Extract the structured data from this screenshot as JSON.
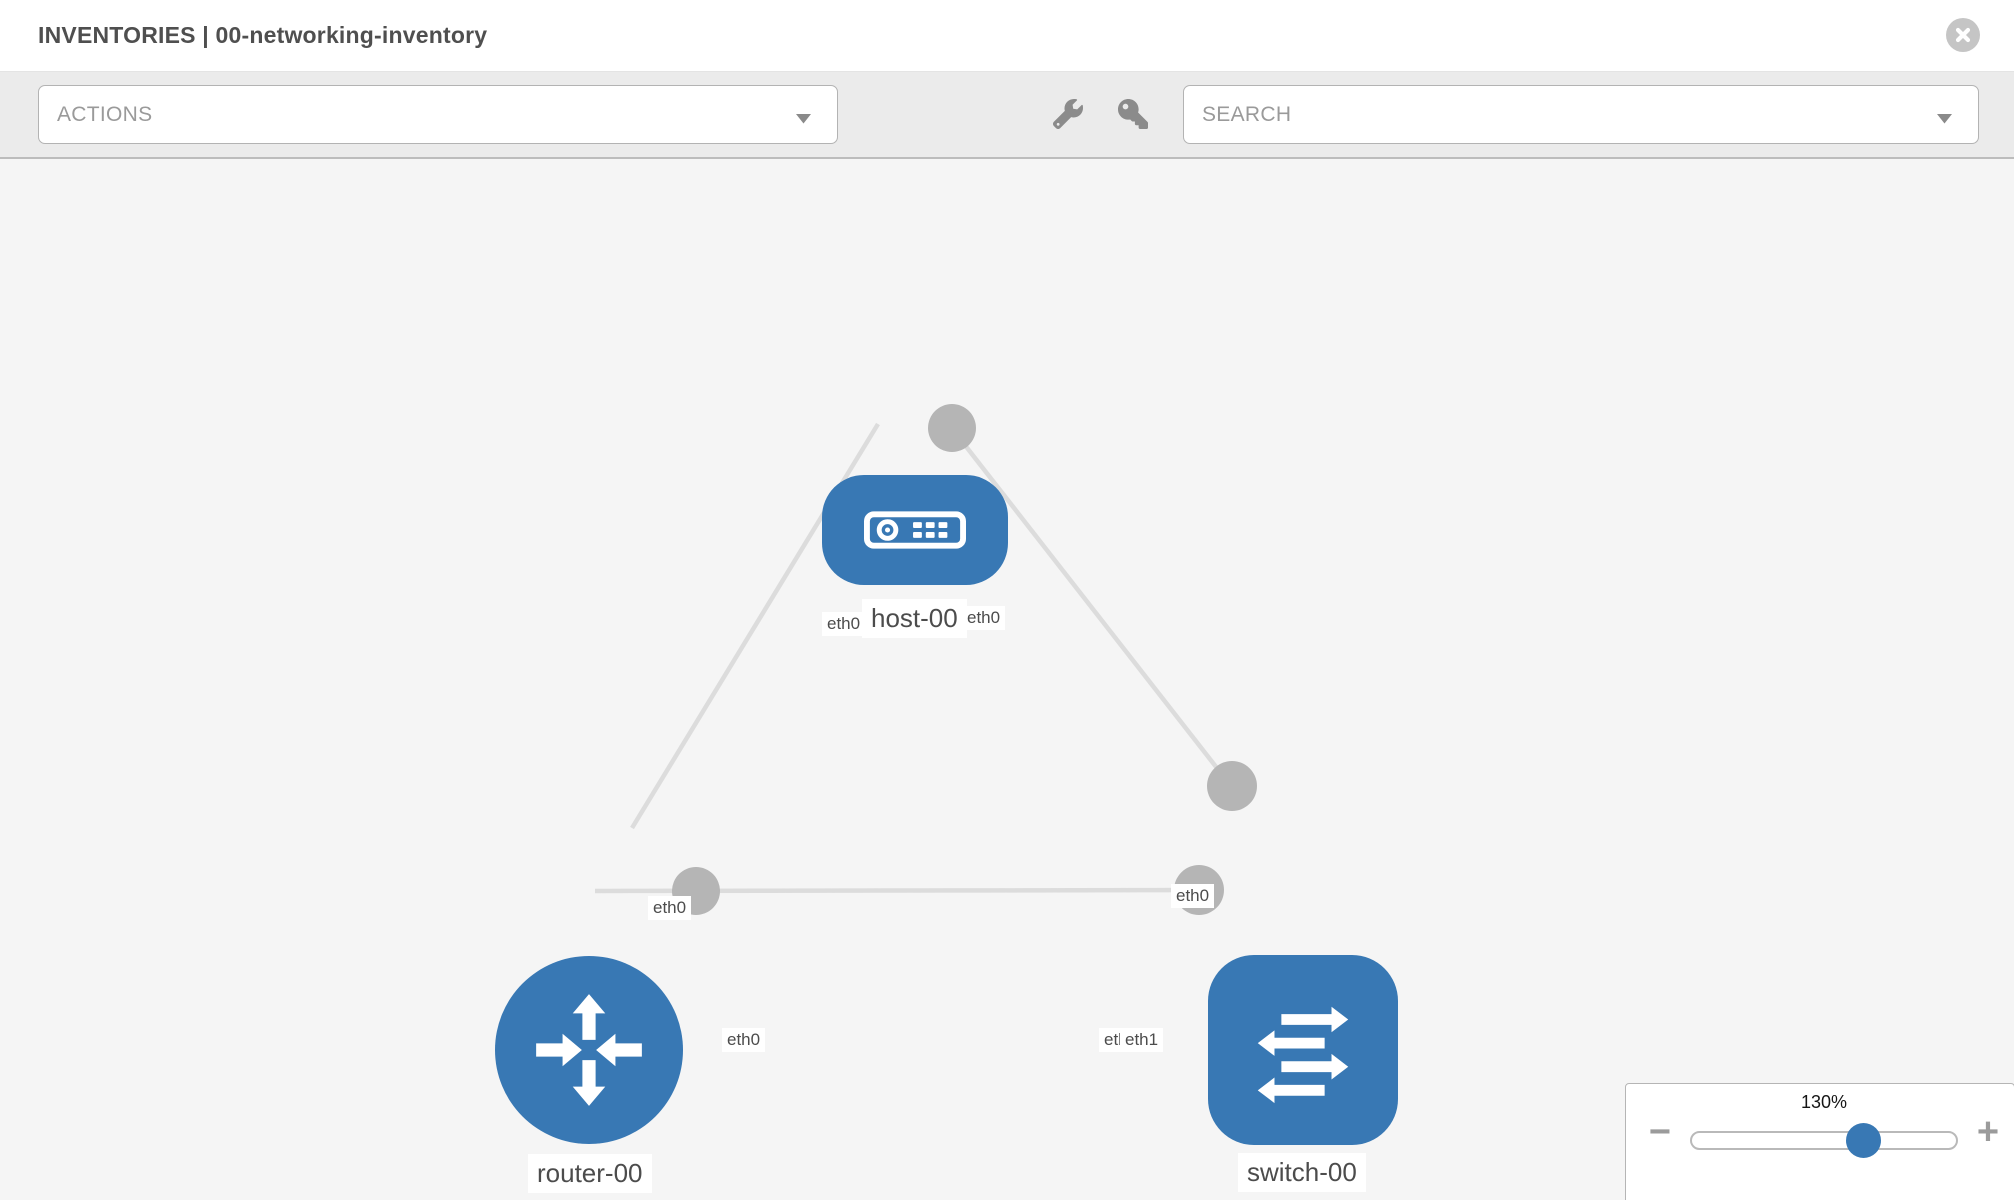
{
  "header": {
    "title": "INVENTORIES | 00-networking-inventory"
  },
  "toolbar": {
    "actions_placeholder": "ACTIONS",
    "search_placeholder": "SEARCH"
  },
  "canvas": {
    "nodes": [
      {
        "id": "host-00",
        "label": "host-00",
        "type": "host"
      },
      {
        "id": "router-00",
        "label": "router-00",
        "type": "router"
      },
      {
        "id": "switch-00",
        "label": "switch-00",
        "type": "switch"
      }
    ],
    "links": [
      {
        "from": "host-00",
        "from_interface": "eth0",
        "to": "router-00",
        "to_interface": "eth0"
      },
      {
        "from": "host-00",
        "from_interface": "eth0",
        "to": "switch-00",
        "to_interface": "eth0"
      },
      {
        "from": "router-00",
        "from_interface": "eth0",
        "to": "switch-00",
        "to_interface": "eth1"
      }
    ],
    "interface_labels": [
      {
        "text": "eth0"
      },
      {
        "text": "eth0"
      },
      {
        "text": "eth0"
      },
      {
        "text": "eth0"
      },
      {
        "text": "eth0"
      },
      {
        "text": "eth0"
      },
      {
        "text": "eth1"
      }
    ]
  },
  "zoom_control": {
    "level": "130%",
    "minus_label": "−",
    "plus_label": "+"
  },
  "colors": {
    "node_blue": "#3878b4",
    "link_gray": "#dcdcdc",
    "interface_dot_gray": "#b5b5b5",
    "toolbar_gray": "#ebebeb",
    "label_text": "#4c4c4c"
  }
}
